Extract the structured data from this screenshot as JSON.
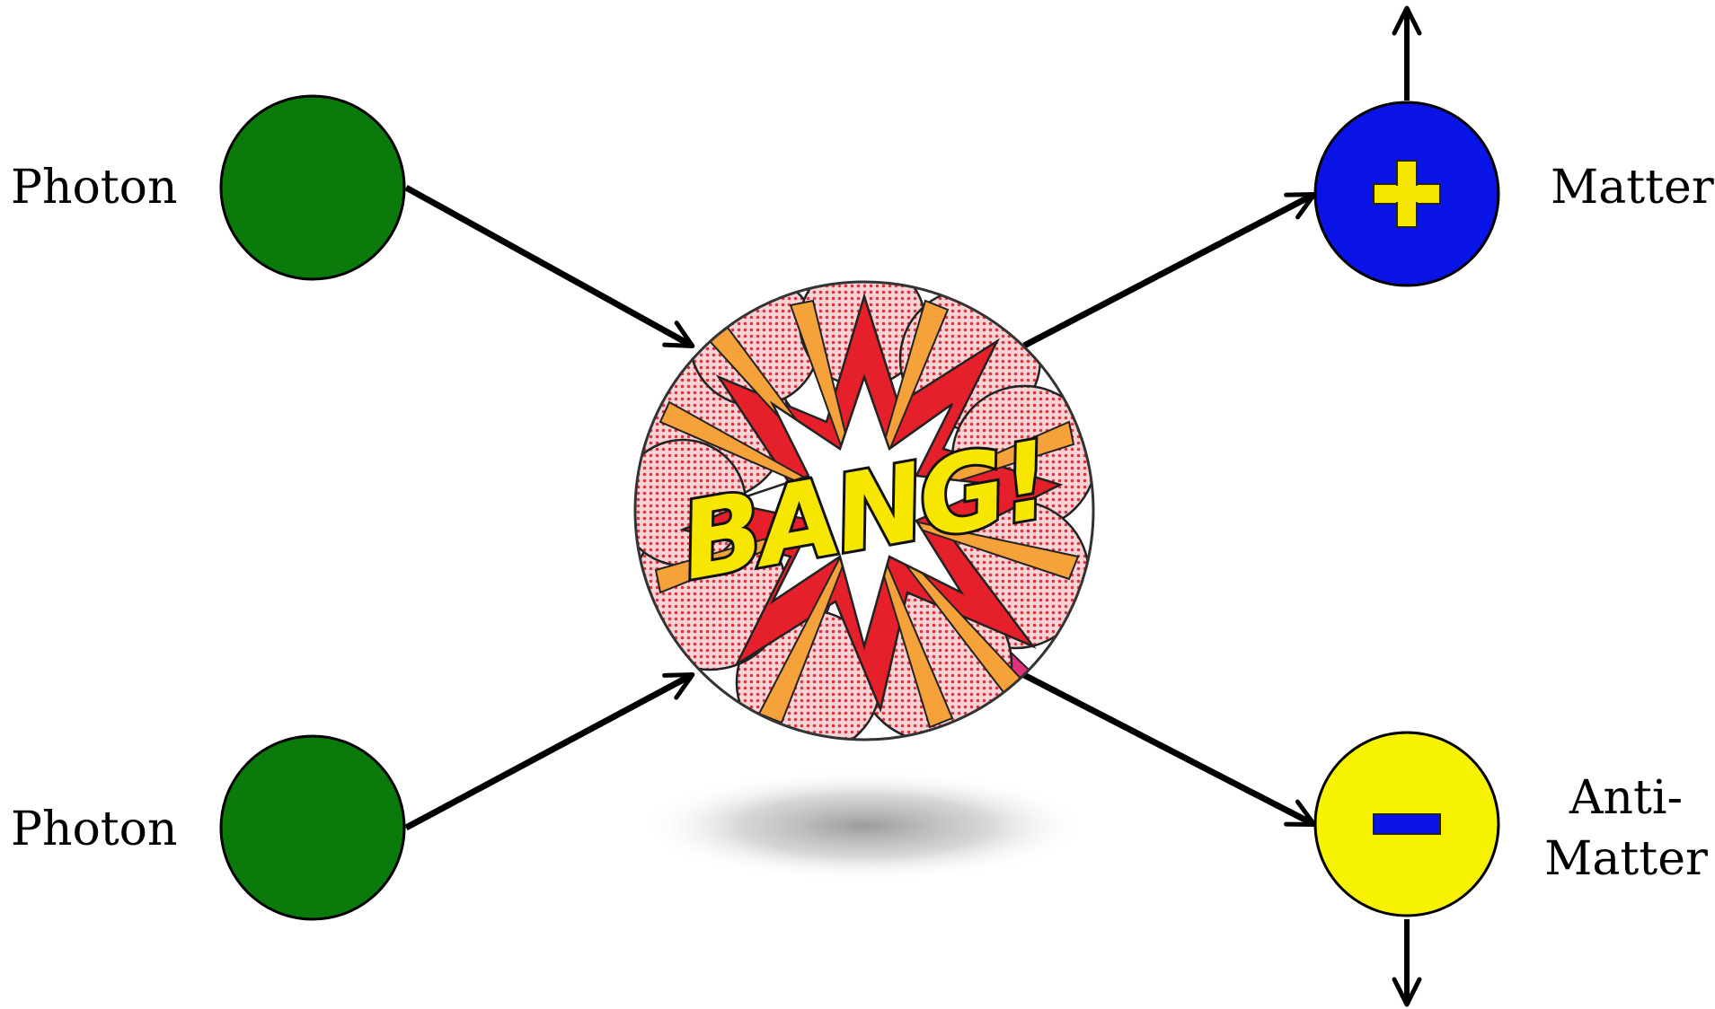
{
  "diagram": {
    "labels": {
      "photon_top": "Photon",
      "photon_bottom": "Photon",
      "matter": "Matter",
      "antimatter_line1": "Anti-",
      "antimatter_line2": "Matter"
    },
    "bang": {
      "text": "BANG!",
      "colors": {
        "text_fill": "#f7e600",
        "text_outline": "#111111",
        "cloud_pink": "#f2b3b8",
        "burst_red": "#e5202a",
        "ray_orange": "#f5a23a",
        "ray_magenta": "#e2307f"
      }
    },
    "particles": {
      "photon_color": "#0a7a0a",
      "matter_color": "#0a14e6",
      "matter_sign": "plus",
      "matter_sign_color": "#f7e600",
      "antimatter_color": "#f7f200",
      "antimatter_sign": "minus",
      "antimatter_sign_color": "#0a14e6"
    },
    "arrow_color": "#000000"
  }
}
